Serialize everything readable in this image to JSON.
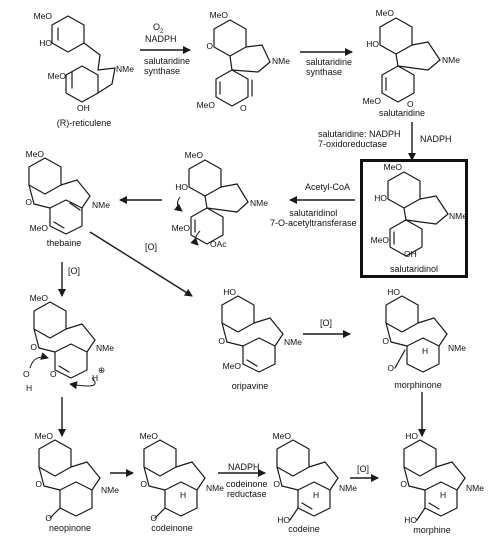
{
  "compounds": {
    "reticulene": "(R)-reticulene",
    "salutaridine": "salutaridine",
    "salutaridinol": "salutaridinol",
    "thebaine": "thebaine",
    "oripavine": "oripavine",
    "morphinone": "morphinone",
    "neopinone": "neopinone",
    "codeinone": "codeinone",
    "codeine": "codeine",
    "morphine": "morphine"
  },
  "reagents": {
    "o2": "O",
    "o2_sub": "2",
    "nadph_1": "NADPH",
    "enzyme_1": "salutaridine\nsynthase",
    "enzyme_2": "salutaridine\nsynthase",
    "enzyme_3": "salutaridine: NADPH\n7-oxidoreductase",
    "nadph_3": "NADPH",
    "acetyl_coa": "Acetyl-CoA",
    "enzyme_4": "salutaridinol\n7-O-acetyltransferase",
    "ox_1": "[O]",
    "ox_2": "[O]",
    "ox_3": "[O]",
    "ox_4": "[O]",
    "nadph_4": "NADPH",
    "enzyme_5": "codeinone\nreductase"
  },
  "atoms": {
    "meo": "MeO",
    "ho": "HO",
    "oh": "OH",
    "nme": "NMe",
    "o": "O",
    "h": "H",
    "oac": "OAc",
    "plus": "⊕"
  }
}
